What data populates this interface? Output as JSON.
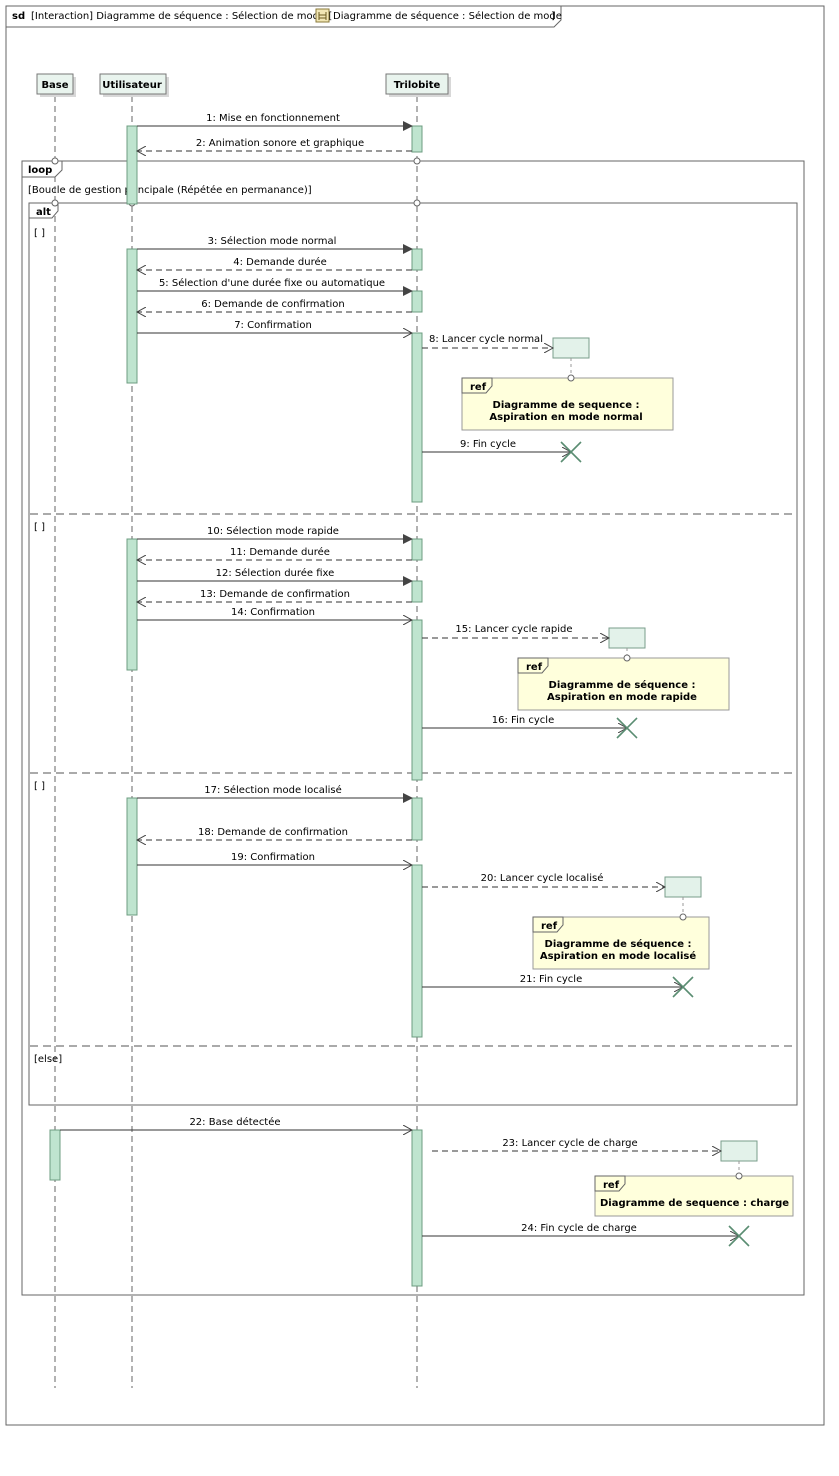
{
  "frame": {
    "keyword": "sd",
    "title": "[Interaction] Diagramme de séquence : Sélection de mode [",
    "title_ref": "Diagramme de séquence : Sélection de mode",
    "title_end": "]"
  },
  "lifelines": [
    {
      "id": "base",
      "name": "Base"
    },
    {
      "id": "user",
      "name": "Utilisateur"
    },
    {
      "id": "trilobite",
      "name": "Trilobite"
    }
  ],
  "messages": [
    {
      "label": "1: Mise en fonctionnement",
      "kind": "call"
    },
    {
      "label": "2: Animation sonore et graphique",
      "kind": "return"
    },
    {
      "label": "3: Sélection mode normal",
      "kind": "call"
    },
    {
      "label": "4: Demande durée",
      "kind": "return"
    },
    {
      "label": "5: Sélection d'une durée fixe ou automatique",
      "kind": "call"
    },
    {
      "label": "6: Demande de confirmation",
      "kind": "return"
    },
    {
      "label": "7: Confirmation",
      "kind": "call"
    },
    {
      "label": "8: Lancer cycle normal",
      "kind": "create"
    },
    {
      "label": "9: Fin cycle",
      "kind": "destroy"
    },
    {
      "label": "10: Sélection mode rapide",
      "kind": "call"
    },
    {
      "label": "11: Demande durée",
      "kind": "return"
    },
    {
      "label": "12: Sélection durée fixe",
      "kind": "call"
    },
    {
      "label": "13: Demande de confirmation",
      "kind": "return"
    },
    {
      "label": "14: Confirmation",
      "kind": "call"
    },
    {
      "label": "15: Lancer cycle rapide",
      "kind": "create"
    },
    {
      "label": "16: Fin cycle",
      "kind": "destroy"
    },
    {
      "label": "17: Sélection mode localisé",
      "kind": "call"
    },
    {
      "label": "18: Demande de confirmation",
      "kind": "return"
    },
    {
      "label": "19: Confirmation",
      "kind": "call"
    },
    {
      "label": "20: Lancer cycle localisé",
      "kind": "create"
    },
    {
      "label": "21: Fin cycle",
      "kind": "destroy"
    },
    {
      "label": "22: Base détectée",
      "kind": "call"
    },
    {
      "label": "23: Lancer cycle de charge",
      "kind": "create"
    },
    {
      "label": "24: Fin cycle de charge",
      "kind": "destroy"
    }
  ],
  "fragments": {
    "loop": {
      "keyword": "loop",
      "guard": "[Boucle de gestion principale (Répétée en permanance)]"
    },
    "alt": {
      "keyword": "alt",
      "guards": [
        "[ ]",
        "[ ]",
        "[ ]",
        "[else]"
      ]
    }
  },
  "refs": [
    {
      "keyword": "ref",
      "line1": "Diagramme de sequence :",
      "line2": "Aspiration en mode normal"
    },
    {
      "keyword": "ref",
      "line1": "Diagramme de séquence :",
      "line2": "Aspiration en mode rapide"
    },
    {
      "keyword": "ref",
      "line1": "Diagramme de séquence :",
      "line2": "Aspiration en mode localisé"
    },
    {
      "keyword": "ref",
      "line1": "Diagramme de sequence : charge",
      "line2": ""
    }
  ]
}
